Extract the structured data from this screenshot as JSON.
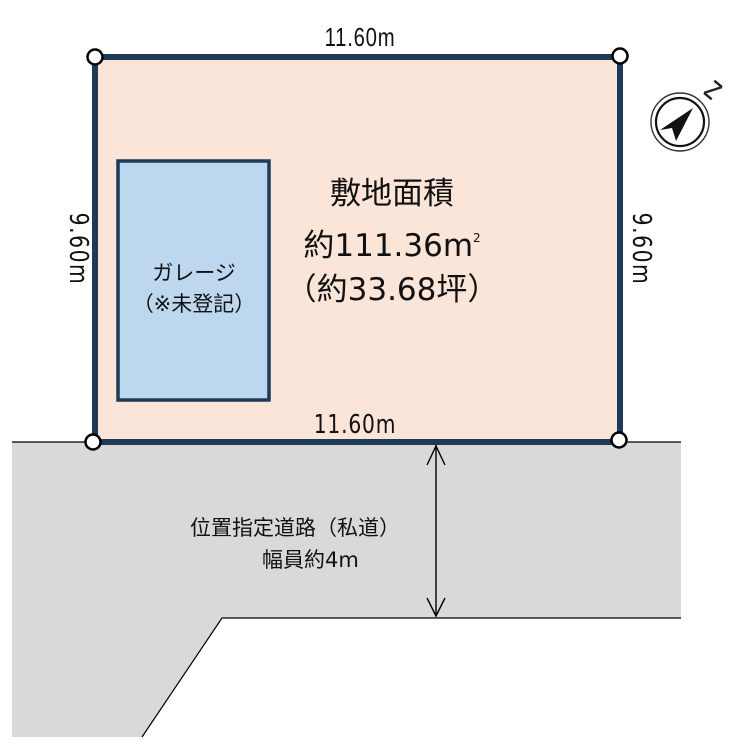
{
  "diagram": {
    "type": "site-plan",
    "colors": {
      "lot_fill": "#fbe5d9",
      "lot_border": "#1e3a56",
      "garage_fill": "#bdd7ee",
      "garage_border": "#1e3a56",
      "road_fill": "#d9d9d9",
      "road_line": "#000000",
      "corner_marker_fill": "#ffffff",
      "corner_marker_stroke": "#000000"
    },
    "lot": {
      "dimensions": {
        "top": "11.60m",
        "bottom": "11.60m",
        "left": "9.60m",
        "right": "9.60m"
      },
      "area": {
        "title": "敷地面積",
        "sqm_prefix": "約111.36m",
        "sqm_unit_superscript": "2",
        "tsubo": "（約33.68坪）"
      }
    },
    "garage": {
      "label": "ガレージ",
      "note": "（※未登記）"
    },
    "road": {
      "label": "位置指定道路（私道）",
      "width": "幅員約4m"
    },
    "compass": {
      "north_label": "N",
      "icon": "north-arrow-compass"
    }
  }
}
